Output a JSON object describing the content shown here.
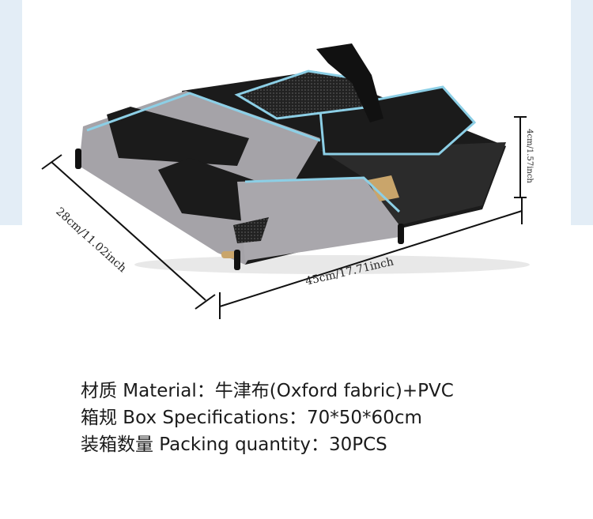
{
  "dimensions": {
    "width": "45cm/17.71inch",
    "depth": "28cm/11.02inch",
    "height": "4cm/1.57inch"
  },
  "specs": [
    "材质 Material：牛津布(Oxford fabric)+PVC",
    "箱规 Box Specifications：70*50*60cm",
    "装箱数量 Packing quantity：30PCS"
  ],
  "colors": {
    "side_strip": "#e3edf6",
    "bag_grey": "#a5a3a8",
    "bag_black": "#1b1b1b",
    "trim_blue": "#8ccfe6"
  }
}
